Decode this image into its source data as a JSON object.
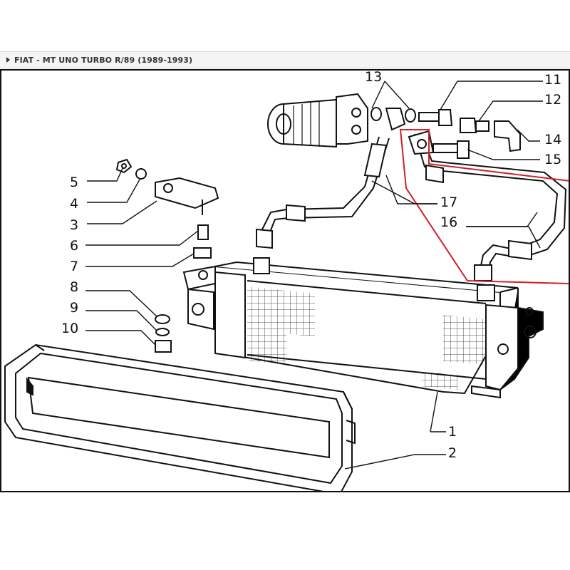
{
  "header": {
    "title": "FIAT - MT UNO TURBO R/89 (1989-1993)",
    "expand_icon": "triangle-right-icon"
  },
  "diagram": {
    "callouts": {
      "c1": "1",
      "c2": "2",
      "c3": "3",
      "c4": "4",
      "c5": "5",
      "c6": "6",
      "c7": "7",
      "c8": "8",
      "c9": "9",
      "c10": "10",
      "c11": "11",
      "c12": "12",
      "c13": "13",
      "c14": "14",
      "c15": "15",
      "c16": "16",
      "c17": "17"
    },
    "highlight_color": "#d0202a"
  }
}
